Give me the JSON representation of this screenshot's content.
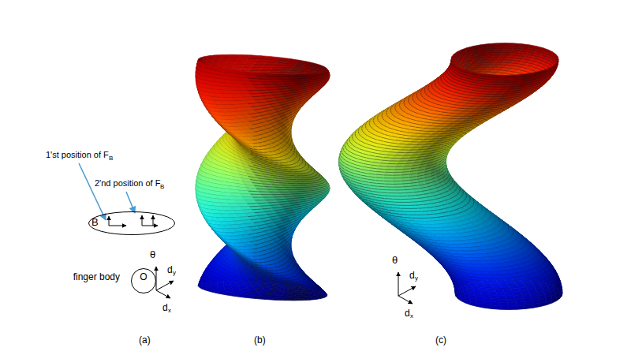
{
  "diagram": {
    "nodes": [
      {
        "text": [
          "B"
        ]
      },
      {
        "text": [
          "O",
          "finger body"
        ]
      }
    ],
    "labels": [
      "1'st position of F",
      "B",
      "2'nd position of F",
      "B",
      "θ",
      "d",
      "y",
      "d",
      "x",
      "(a)",
      "θ",
      "d",
      "y",
      "d",
      "x",
      "(b)",
      "(c)"
    ]
  }
}
